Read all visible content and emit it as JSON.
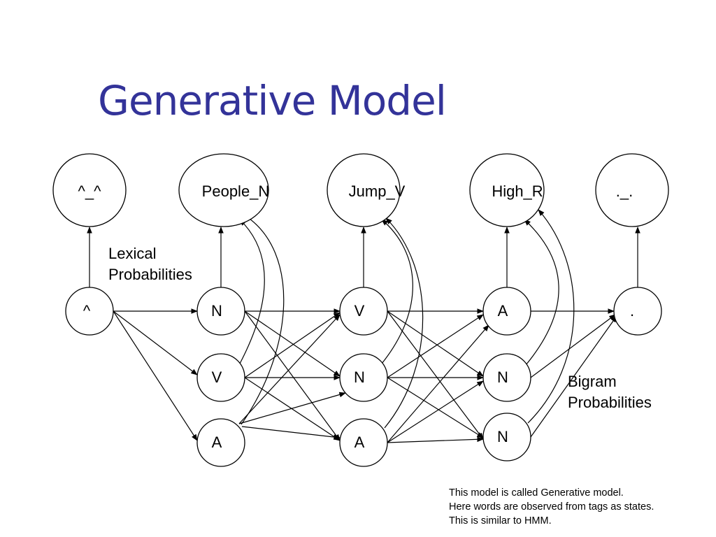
{
  "title": "Generative Model",
  "observations": [
    {
      "id": "o0",
      "label": "^_^"
    },
    {
      "id": "o1",
      "label": "People_N"
    },
    {
      "id": "o2",
      "label": "Jump_V"
    },
    {
      "id": "o3",
      "label": "High_R"
    },
    {
      "id": "o4",
      "label": "._."
    }
  ],
  "states": [
    {
      "id": "s0",
      "label": "^"
    },
    {
      "id": "s1N",
      "label": "N"
    },
    {
      "id": "s1V",
      "label": "V"
    },
    {
      "id": "s1A",
      "label": "A"
    },
    {
      "id": "s2V",
      "label": "V"
    },
    {
      "id": "s2N",
      "label": "N"
    },
    {
      "id": "s2A",
      "label": "A"
    },
    {
      "id": "s3A",
      "label": "A"
    },
    {
      "id": "s3N1",
      "label": "N"
    },
    {
      "id": "s3N2",
      "label": "N"
    },
    {
      "id": "s4",
      "label": "."
    }
  ],
  "labels": {
    "lexical": [
      "Lexical",
      "Probabilities"
    ],
    "bigram": [
      "Bigram",
      "Probabilities"
    ]
  },
  "note": [
    "This model is called Generative model.",
    "Here words are observed from tags as states.",
    "This is similar to HMM."
  ],
  "colors": {
    "title": "#333399",
    "stroke": "#000000"
  }
}
